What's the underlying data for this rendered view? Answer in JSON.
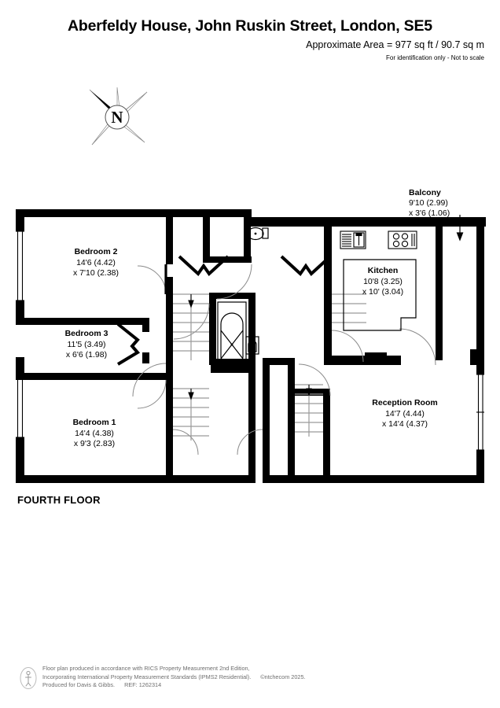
{
  "header": {
    "title": "Aberfeldy House, John Ruskin Street, London, SE5",
    "area": "Approximate Area = 977 sq ft / 90.7 sq m",
    "disclaimer": "For identification only - Not to scale"
  },
  "compass": {
    "label": "N",
    "name": "north-arrow"
  },
  "floor_caption": "FOURTH FLOOR",
  "rooms": [
    {
      "key": "bedroom2",
      "name": "Bedroom 2",
      "dim_imperial": "14'6 (4.42)",
      "dim_metric": "x 7'10 (2.38)"
    },
    {
      "key": "bedroom3",
      "name": "Bedroom 3",
      "dim_imperial": "11'5 (3.49)",
      "dim_metric": "x 6'6 (1.98)"
    },
    {
      "key": "bedroom1",
      "name": "Bedroom 1",
      "dim_imperial": "14'4 (4.38)",
      "dim_metric": "x 9'3 (2.83)"
    },
    {
      "key": "kitchen",
      "name": "Kitchen",
      "dim_imperial": "10'8 (3.25)",
      "dim_metric": "x 10' (3.04)"
    },
    {
      "key": "reception",
      "name": "Reception Room",
      "dim_imperial": "14'7 (4.44)",
      "dim_metric": "x 14'4 (4.37)"
    },
    {
      "key": "balcony",
      "name": "Balcony",
      "dim_imperial": "9'10 (2.99)",
      "dim_metric": "x 3'6 (1.06)"
    }
  ],
  "footer": {
    "line1": "Floor plan produced in accordance with RICS Property Measurement 2nd Edition,",
    "line2a": "Incorporating International Property Measurement Standards (IPMS2 Residential).",
    "line2b": "©ntchecom 2025.",
    "line3a": "Produced for Davis & Gibbs.",
    "line3b": "REF:  1262314"
  },
  "colors": {
    "wall": "#000000",
    "fixture_line": "#000000",
    "stair_line": "#8c8c8c",
    "background": "#ffffff",
    "footer_text": "#6e6e6e"
  }
}
